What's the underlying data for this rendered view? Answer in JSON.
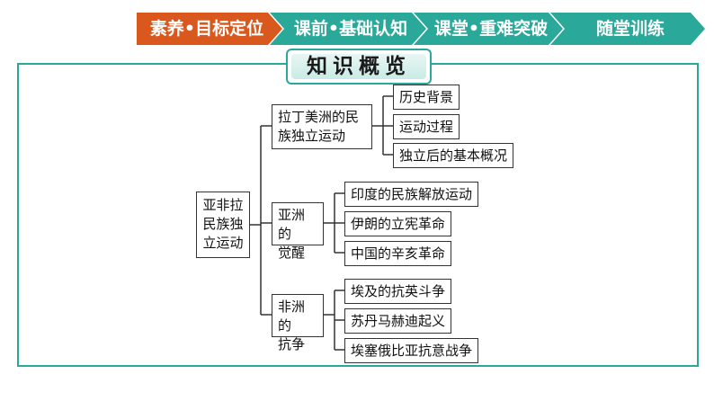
{
  "nav": {
    "tabs": [
      {
        "label": "素养•目标定位",
        "color": "#d9581e"
      },
      {
        "label": "课前•基础认知",
        "color": "#2aa89a"
      },
      {
        "label": "课堂•重难突破",
        "color": "#2aa89a"
      },
      {
        "label": "随堂训练",
        "color": "#2aa89a"
      }
    ]
  },
  "overview": {
    "title": "知识概览",
    "root": "亚非拉民族独立运动",
    "root_lines": [
      "亚非拉",
      "民族独",
      "立运动"
    ],
    "branches": [
      {
        "lines": [
          "拉丁美洲的民",
          "族独立运动"
        ],
        "items": [
          "历史背景",
          "运动过程",
          "独立后的基本概况"
        ]
      },
      {
        "lines": [
          "亚洲的",
          "觉醒"
        ],
        "items": [
          "印度的民族解放运动",
          "伊朗的立宪革命",
          "中国的辛亥革命"
        ]
      },
      {
        "lines": [
          "非洲的",
          "抗争"
        ],
        "items": [
          "埃及的抗英斗争",
          "苏丹马赫迪起义",
          "埃塞俄比亚抗意战争"
        ]
      }
    ]
  },
  "colors": {
    "accent": "#2aa89a",
    "active_tab": "#d9581e"
  }
}
